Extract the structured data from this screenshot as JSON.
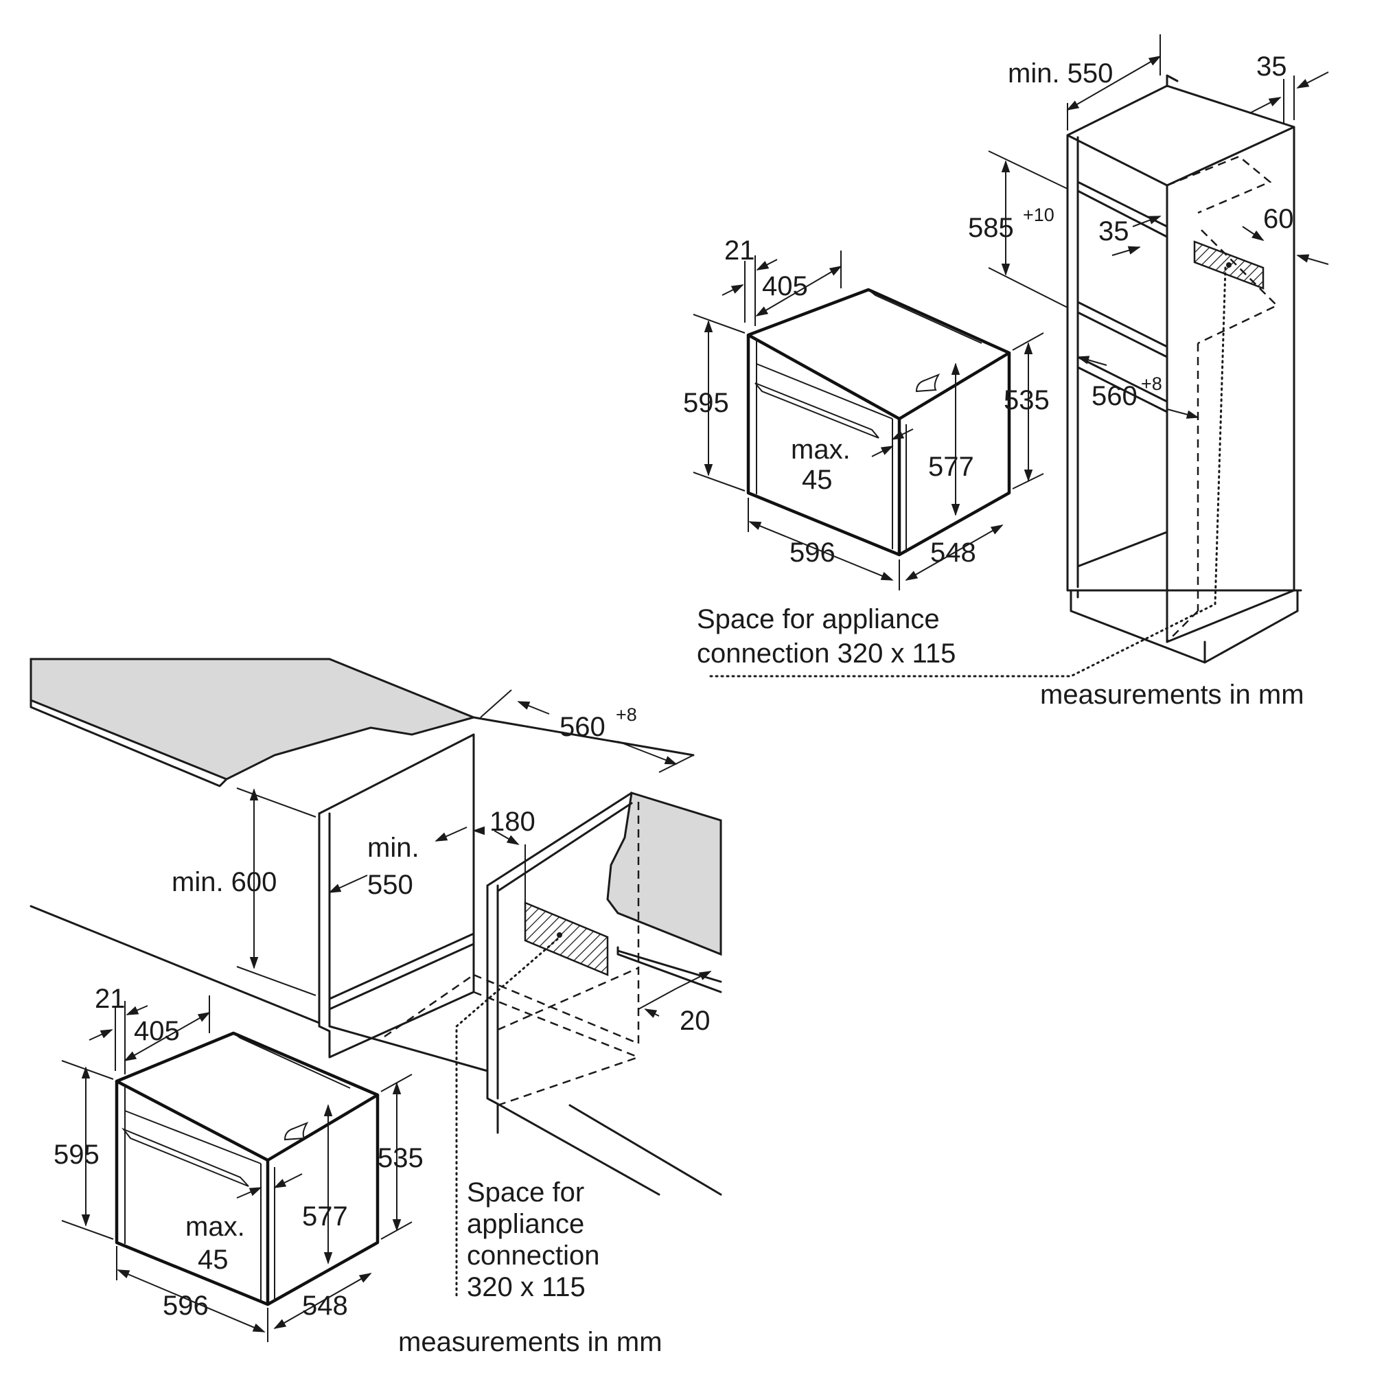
{
  "tall_unit": {
    "niche_depth": "min. 550",
    "side_panel": "35",
    "niche_height": "585",
    "niche_height_tol": "+10",
    "vent_gap": "35",
    "back_gap": "60",
    "niche_width": "560",
    "niche_width_tol": "+8",
    "connection_label": [
      "Space for appliance",
      "connection 320 x 115"
    ],
    "units": "measurements in mm"
  },
  "top_oven": {
    "door": "21",
    "front_gap": "405",
    "height": "595",
    "body_height": "535",
    "inner_height": "577",
    "max_offset": [
      "max.",
      "45"
    ],
    "width": "596",
    "depth": "548"
  },
  "under_counter": {
    "niche_width": "560",
    "niche_width_tol": "+8",
    "min_height": "min. 600",
    "min_depth": [
      "min.",
      "550"
    ],
    "cutout": "180",
    "back_gap": "20",
    "connection_label": [
      "Space for",
      "appliance",
      "connection",
      "320 x 115"
    ],
    "units": "measurements in mm"
  },
  "bottom_oven": {
    "door": "21",
    "front_gap": "405",
    "height": "595",
    "body_height": "535",
    "inner_height": "577",
    "max_offset": [
      "max.",
      "45"
    ],
    "width": "596",
    "depth": "548"
  }
}
